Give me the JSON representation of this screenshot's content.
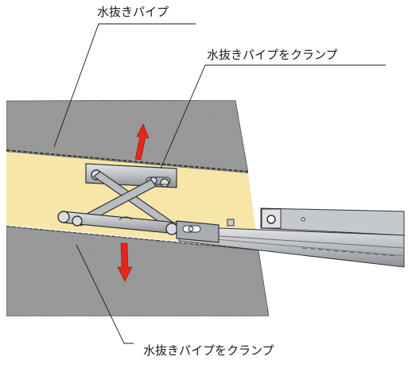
{
  "labels": {
    "drain_pipe": "水抜きパイプ",
    "clamp_top": "水抜きパイプをクランプ",
    "clamp_bottom": "水抜きパイプをクランプ"
  },
  "colors": {
    "ground": "#8a8a8a",
    "pipe_fill": "#f7e6a8",
    "arrow_red": "#e5261a",
    "metal": "#b9bcc0",
    "metal_dark": "#5a5d62",
    "line": "#1a1a1a"
  },
  "icons": {
    "arrow_up": "arrow-up-icon",
    "arrow_down": "arrow-down-icon"
  }
}
